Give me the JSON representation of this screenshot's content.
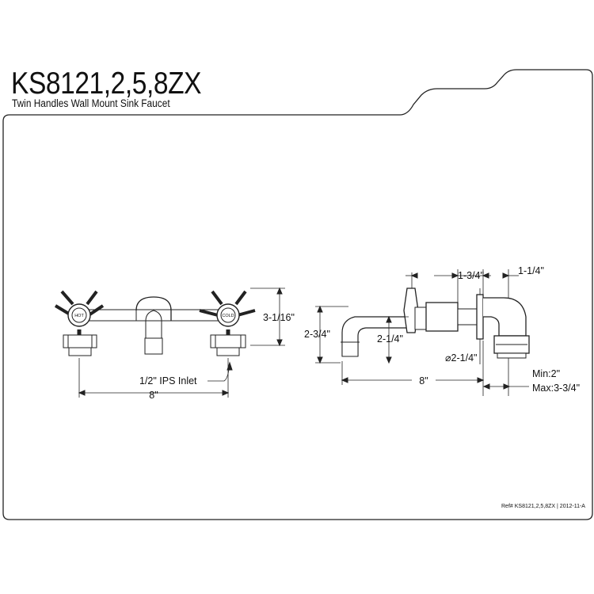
{
  "header": {
    "model": "KS8121,2,5,8ZX",
    "description": "Twin Handles Wall Mount Sink Faucet"
  },
  "front_view": {
    "hot_label": "HOT",
    "cold_label": "COLD",
    "height_dim": "3-1/16\"",
    "inlet_label": "1/2\" IPS Inlet",
    "width_dim": "8\""
  },
  "side_view": {
    "dim_handle_offset": "1-3/4\"",
    "dim_flange_depth": "1-1/4\"",
    "dim_spout_height": "2-3/4\"",
    "dim_center_height": "2-1/4\"",
    "dim_flange_diameter": "⌀2-1/4\"",
    "dim_reach": "8\"",
    "min_label": "Min:2\"",
    "max_label": "Max:3-3/4\""
  },
  "footer": {
    "ref": "Ref# KS8121,2,5,8ZX | 2012-11-A"
  },
  "colors": {
    "line": "#222222",
    "background": "#ffffff"
  }
}
